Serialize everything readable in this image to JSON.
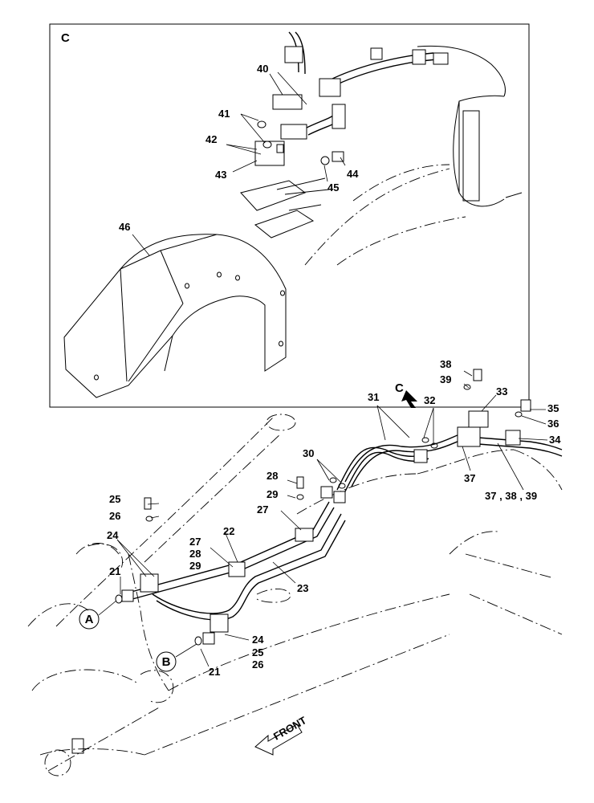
{
  "detail": {
    "title": "C"
  },
  "view_marker": {
    "text": "C"
  },
  "circles": {
    "a": "A",
    "b": "B"
  },
  "front_arrow": {
    "text": "FRONT"
  },
  "callouts": {
    "c40": "40",
    "c41": "41",
    "c42": "42",
    "c43": "43",
    "c44": "44",
    "c45": "45",
    "c46": "46",
    "c38": "38",
    "c39": "39",
    "c31": "31",
    "c32": "32",
    "c33": "33",
    "c35": "35",
    "c36": "36",
    "c34": "34",
    "c37": "37",
    "c373839": "37 , 38 , 39",
    "c30": "30",
    "c28": "28",
    "c29": "29",
    "c27": "27",
    "c25": "25",
    "c26": "26",
    "c24": "24",
    "c22": "22",
    "c27b": "27",
    "c28b": "28",
    "c29b": "29",
    "c23": "23",
    "c21": "21",
    "c24b": "24",
    "c25b": "25",
    "c26b": "26",
    "c21b": "21"
  }
}
